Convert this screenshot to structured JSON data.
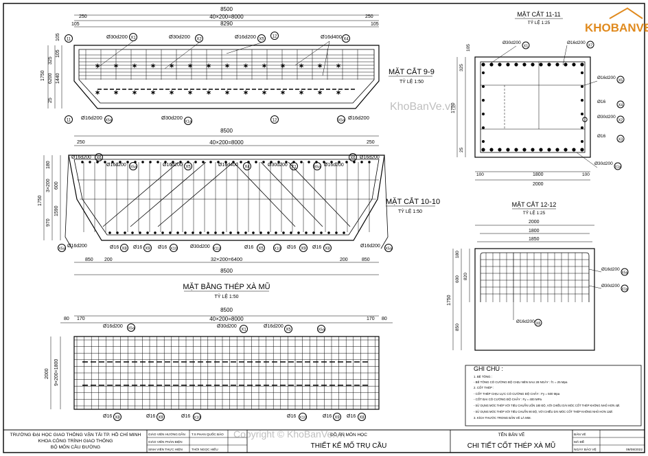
{
  "logo": {
    "text": "KHOBANVE",
    "color": "#e08a1e"
  },
  "watermark": {
    "mid": "KhoBanVe.vn",
    "bottom": "Copyright © KhoBanVe.vn"
  },
  "sections": {
    "s99": {
      "title": "MẶT CẮT 9-9",
      "scale": "TỶ LỆ 1:50"
    },
    "s1010": {
      "title": "MẶT CẮT 10-10",
      "scale": "TỶ LỆ 1:50"
    },
    "plan": {
      "title": "MẶT BẰNG THÉP XÀ MŨ",
      "scale": "TỶ LỆ 1:50"
    },
    "s1111": {
      "title": "MẶT CẮT 11-11",
      "scale": "TỶ LỆ 1:25"
    },
    "s1212": {
      "title": "MẶT CẮT 12-12",
      "scale": "TỶ LỆ 1:25"
    }
  },
  "dims": {
    "total": "8500",
    "edge250": "250",
    "spacing40": "40×200=8000",
    "d105": "105",
    "d8290": "8290",
    "v1750": "1750",
    "v6200": "6200",
    "v1440": "1440",
    "v325": "325",
    "v105": "105",
    "v25": "25",
    "v180": "180",
    "v3x200": "3×200",
    "v600": "600",
    "v970": "970",
    "v1590": "1590",
    "h850": "850",
    "h200": "200",
    "h32x200": "32×200=6400",
    "h80": "80",
    "h170": "170",
    "p2000": "2000",
    "p9x200": "9×200=1800",
    "c100": "100",
    "c1800": "1800",
    "c2000": "2000",
    "c1850": "1850",
    "c1750": "1750",
    "c820": "820",
    "c850": "850",
    "c180": "180"
  },
  "labels": {
    "a30d200": "Ø30d200",
    "a16d200": "Ø16d200",
    "a16d400": "Ø16d400",
    "a16": "Ø16",
    "X1": "X1",
    "X2": "X2",
    "X3": "X3",
    "X4": "X4",
    "X5": "X5",
    "X5a": "X5a",
    "X6": "X6",
    "X7": "X7",
    "X8": "X8",
    "X9": "X9",
    "X10": "X10",
    "X11": "X11",
    "X11a": "X11a",
    "X12": "X12",
    "X1a": "X1a",
    "n11": "11",
    "n12": "12"
  },
  "notes": {
    "title": "GHI CHÚ :",
    "lines": [
      "1. BÊ TÔNG :",
      "- BÊ TÔNG CÓ CƯỜNG ĐỘ CHỊU NÉN SAU 28 NGÀY : f'c = 25 Mpa",
      "2. CỐT THÉP :",
      "- CỐT THÉP CHỊU LỰC CÓ CƯỜNG ĐỘ CHẢY : Fy = 500 Mpa",
      "- CỐT ĐAI CÓ CƯỜNG ĐỘ CHẢY : Fy = 400 MPa",
      "- SỬ DỤNG MÓC THÉP VỚI TIÊU CHUẨN UỐN 180 ĐỘ, VỚI CHIỀU DÀI MÓC CỐT THÉP KHÔNG NHỎ HƠN 4Ø.",
      "- SỬ DỤNG MÓC THÉP VỚI TIÊU CHUẨN 90 ĐỘ, VỚI CHIỀU DÀI MÓC CỐT THÉP KHÔNG NHỎ HƠN 12Ø.",
      "3. KÍCH THƯỚC TRONG BẢN VẼ LÀ MM."
    ]
  },
  "title_block": {
    "school1": "TRƯỜNG ĐẠI HỌC GIAO THÔNG VẬN TẢI TP. HỒ CHÍ MINH",
    "school2": "KHOA CÔNG TRÌNH GIAO THÔNG",
    "school3": "BỘ MÔN CẦU ĐƯỜNG",
    "role1": "GIÁO VIÊN HƯỚNG DẪN",
    "name1": "T.S PHAN QUỐC BẢO",
    "role2": "GIÁO VIÊN PHẢN BIỆN",
    "name2": "",
    "role3": "SINH VIÊN THỰC HIỆN",
    "name3": "THỜI NGỌC HIẾU",
    "project_label": "ĐỒ ÁN MÔN HỌC",
    "project": "THIẾT KẾ MỐ TRỤ CẦU",
    "drawing_label": "TÊN BẢN VẼ",
    "drawing": "CHI TIẾT CỐT THÉP XÀ MŨ",
    "sheet_label": "BẢN VẼ",
    "code_label": "MÃ ĐỀ",
    "date_label": "NGÀY BẢO VỆ",
    "date": "08/08/2022"
  }
}
